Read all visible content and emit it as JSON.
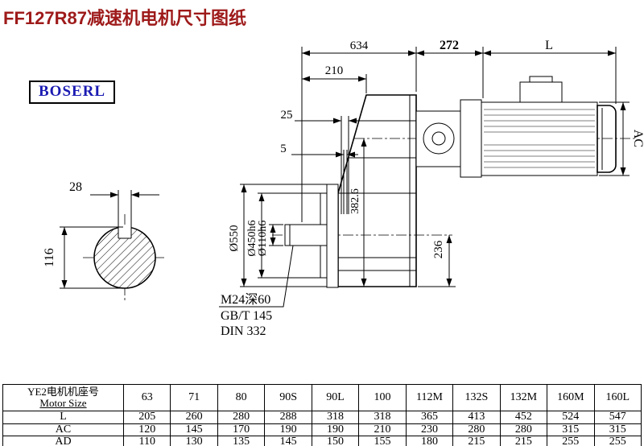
{
  "title": "FF127R87减速机电机尺寸图纸",
  "logo": "BOSERL",
  "colors": {
    "title_red": "#9e1a1a",
    "logo_blue": "#1b1bb3"
  },
  "drawing": {
    "dims": {
      "overall": "634",
      "adapter": "272",
      "motor_length": "L",
      "d210": "210",
      "d25": "25",
      "d5": "5",
      "motor_diameter": "AC",
      "key_width": "28",
      "shaft_view_diameter": "116",
      "flange_od": "Ø550",
      "spigot": "Ø450h6",
      "shaft": "Ø110h6",
      "height_382": "382.6",
      "axis_height": "236"
    },
    "notes": {
      "tap": "M24深60",
      "std1": "GB/T 145",
      "std2": "DIN 332"
    }
  },
  "table": {
    "header_cn": "YE2电机机座号",
    "header_en": "Motor Size",
    "sizes": [
      "63",
      "71",
      "80",
      "90S",
      "90L",
      "100",
      "112M",
      "132S",
      "132M",
      "160M",
      "160L"
    ],
    "rows": [
      {
        "label": "L",
        "values": [
          "205",
          "260",
          "280",
          "288",
          "318",
          "318",
          "365",
          "413",
          "452",
          "524",
          "547"
        ]
      },
      {
        "label": "AC",
        "values": [
          "120",
          "145",
          "170",
          "190",
          "190",
          "210",
          "230",
          "280",
          "280",
          "315",
          "315"
        ]
      },
      {
        "label": "AD",
        "values": [
          "110",
          "130",
          "135",
          "145",
          "150",
          "155",
          "180",
          "215",
          "215",
          "255",
          "255"
        ]
      }
    ]
  }
}
